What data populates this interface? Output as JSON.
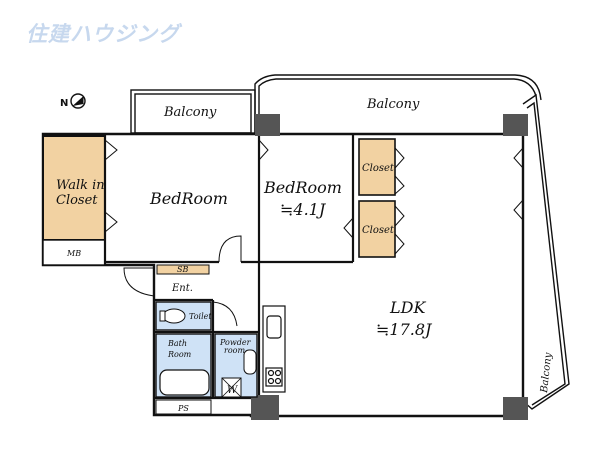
{
  "header": {
    "logo_text": "住建ハウジング"
  },
  "compass": {
    "label": "N"
  },
  "rooms": {
    "balcony_small": "Balcony",
    "balcony_top": "Balcony",
    "balcony_right": "Balcony",
    "walk_in_closet_line1": "Walk in",
    "walk_in_closet_line2": "Closet",
    "mb": "MB",
    "bedroom_west": "BedRoom",
    "bedroom_center": "BedRoom",
    "bedroom_center_size": "≒4.1J",
    "closet_upper": "Closet",
    "closet_lower": "Closet",
    "sb": "SB",
    "entrance": "Ent.",
    "toilet": "Toilet",
    "bath_line1": "Bath",
    "bath_line2": "Room",
    "powder_line1": "Powder",
    "powder_line2": "room",
    "washer": "W",
    "ps": "PS",
    "ldk": "LDK",
    "ldk_size": "≒17.8J"
  },
  "colors": {
    "closet_fill": "#f2d2a2",
    "wet_area_fill": "#cfe2f6",
    "wall": "#111111",
    "column": "#555555",
    "logo": "#c7d8ee"
  }
}
